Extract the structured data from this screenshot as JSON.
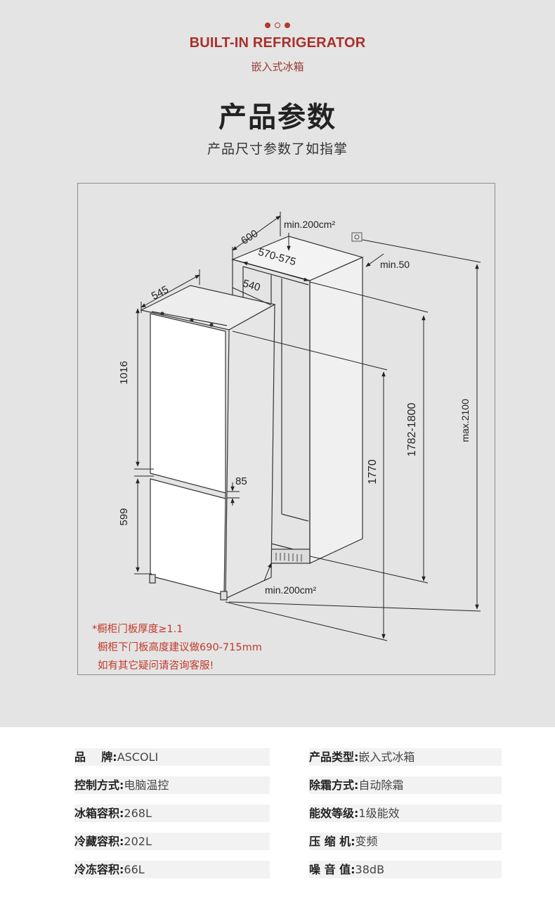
{
  "header": {
    "title_en": "BUILT-IN REFRIGERATOR",
    "title_cn": "嵌入式冰箱",
    "heading": "产品参数",
    "subheading": "产品尺寸参数了如指掌"
  },
  "diagram": {
    "width_600": "600",
    "ventilation_top": "min.200cm²",
    "inner_570_575": "570-575",
    "gap_min50": "min.50",
    "depth_545": "545",
    "depth_540": "540",
    "h_1016": "1016",
    "h_85": "85",
    "h_599": "599",
    "h_1770": "1770",
    "h_1782_1800": "1782-1800",
    "h_max2100": "max.2100",
    "ventilation_bottom": "min.200cm²"
  },
  "notes": {
    "line1": "*橱柜门板厚度≥1.1",
    "line2": "橱柜下门板高度建议做690-715mm",
    "line3": "如有其它疑问请咨询客服!"
  },
  "specs": [
    {
      "key": "品    牌:",
      "value": "ASCOLI"
    },
    {
      "key": "产品类型:",
      "value": "嵌入式冰箱"
    },
    {
      "key": "控制方式:",
      "value": "电脑温控"
    },
    {
      "key": "除霜方式:",
      "value": "自动除霜"
    },
    {
      "key": "冰箱容积:",
      "value": "268L"
    },
    {
      "key": "能效等级:",
      "value": "1级能效"
    },
    {
      "key": "冷藏容积:",
      "value": "202L"
    },
    {
      "key": "压 缩 机:",
      "value": "变频"
    },
    {
      "key": "冷冻容积:",
      "value": "66L"
    },
    {
      "key": "噪 音 值:",
      "value": "38dB"
    }
  ],
  "colors": {
    "accent": "#a8302b",
    "note_red": "#c0392b",
    "top_background": "#e4e4e4"
  }
}
